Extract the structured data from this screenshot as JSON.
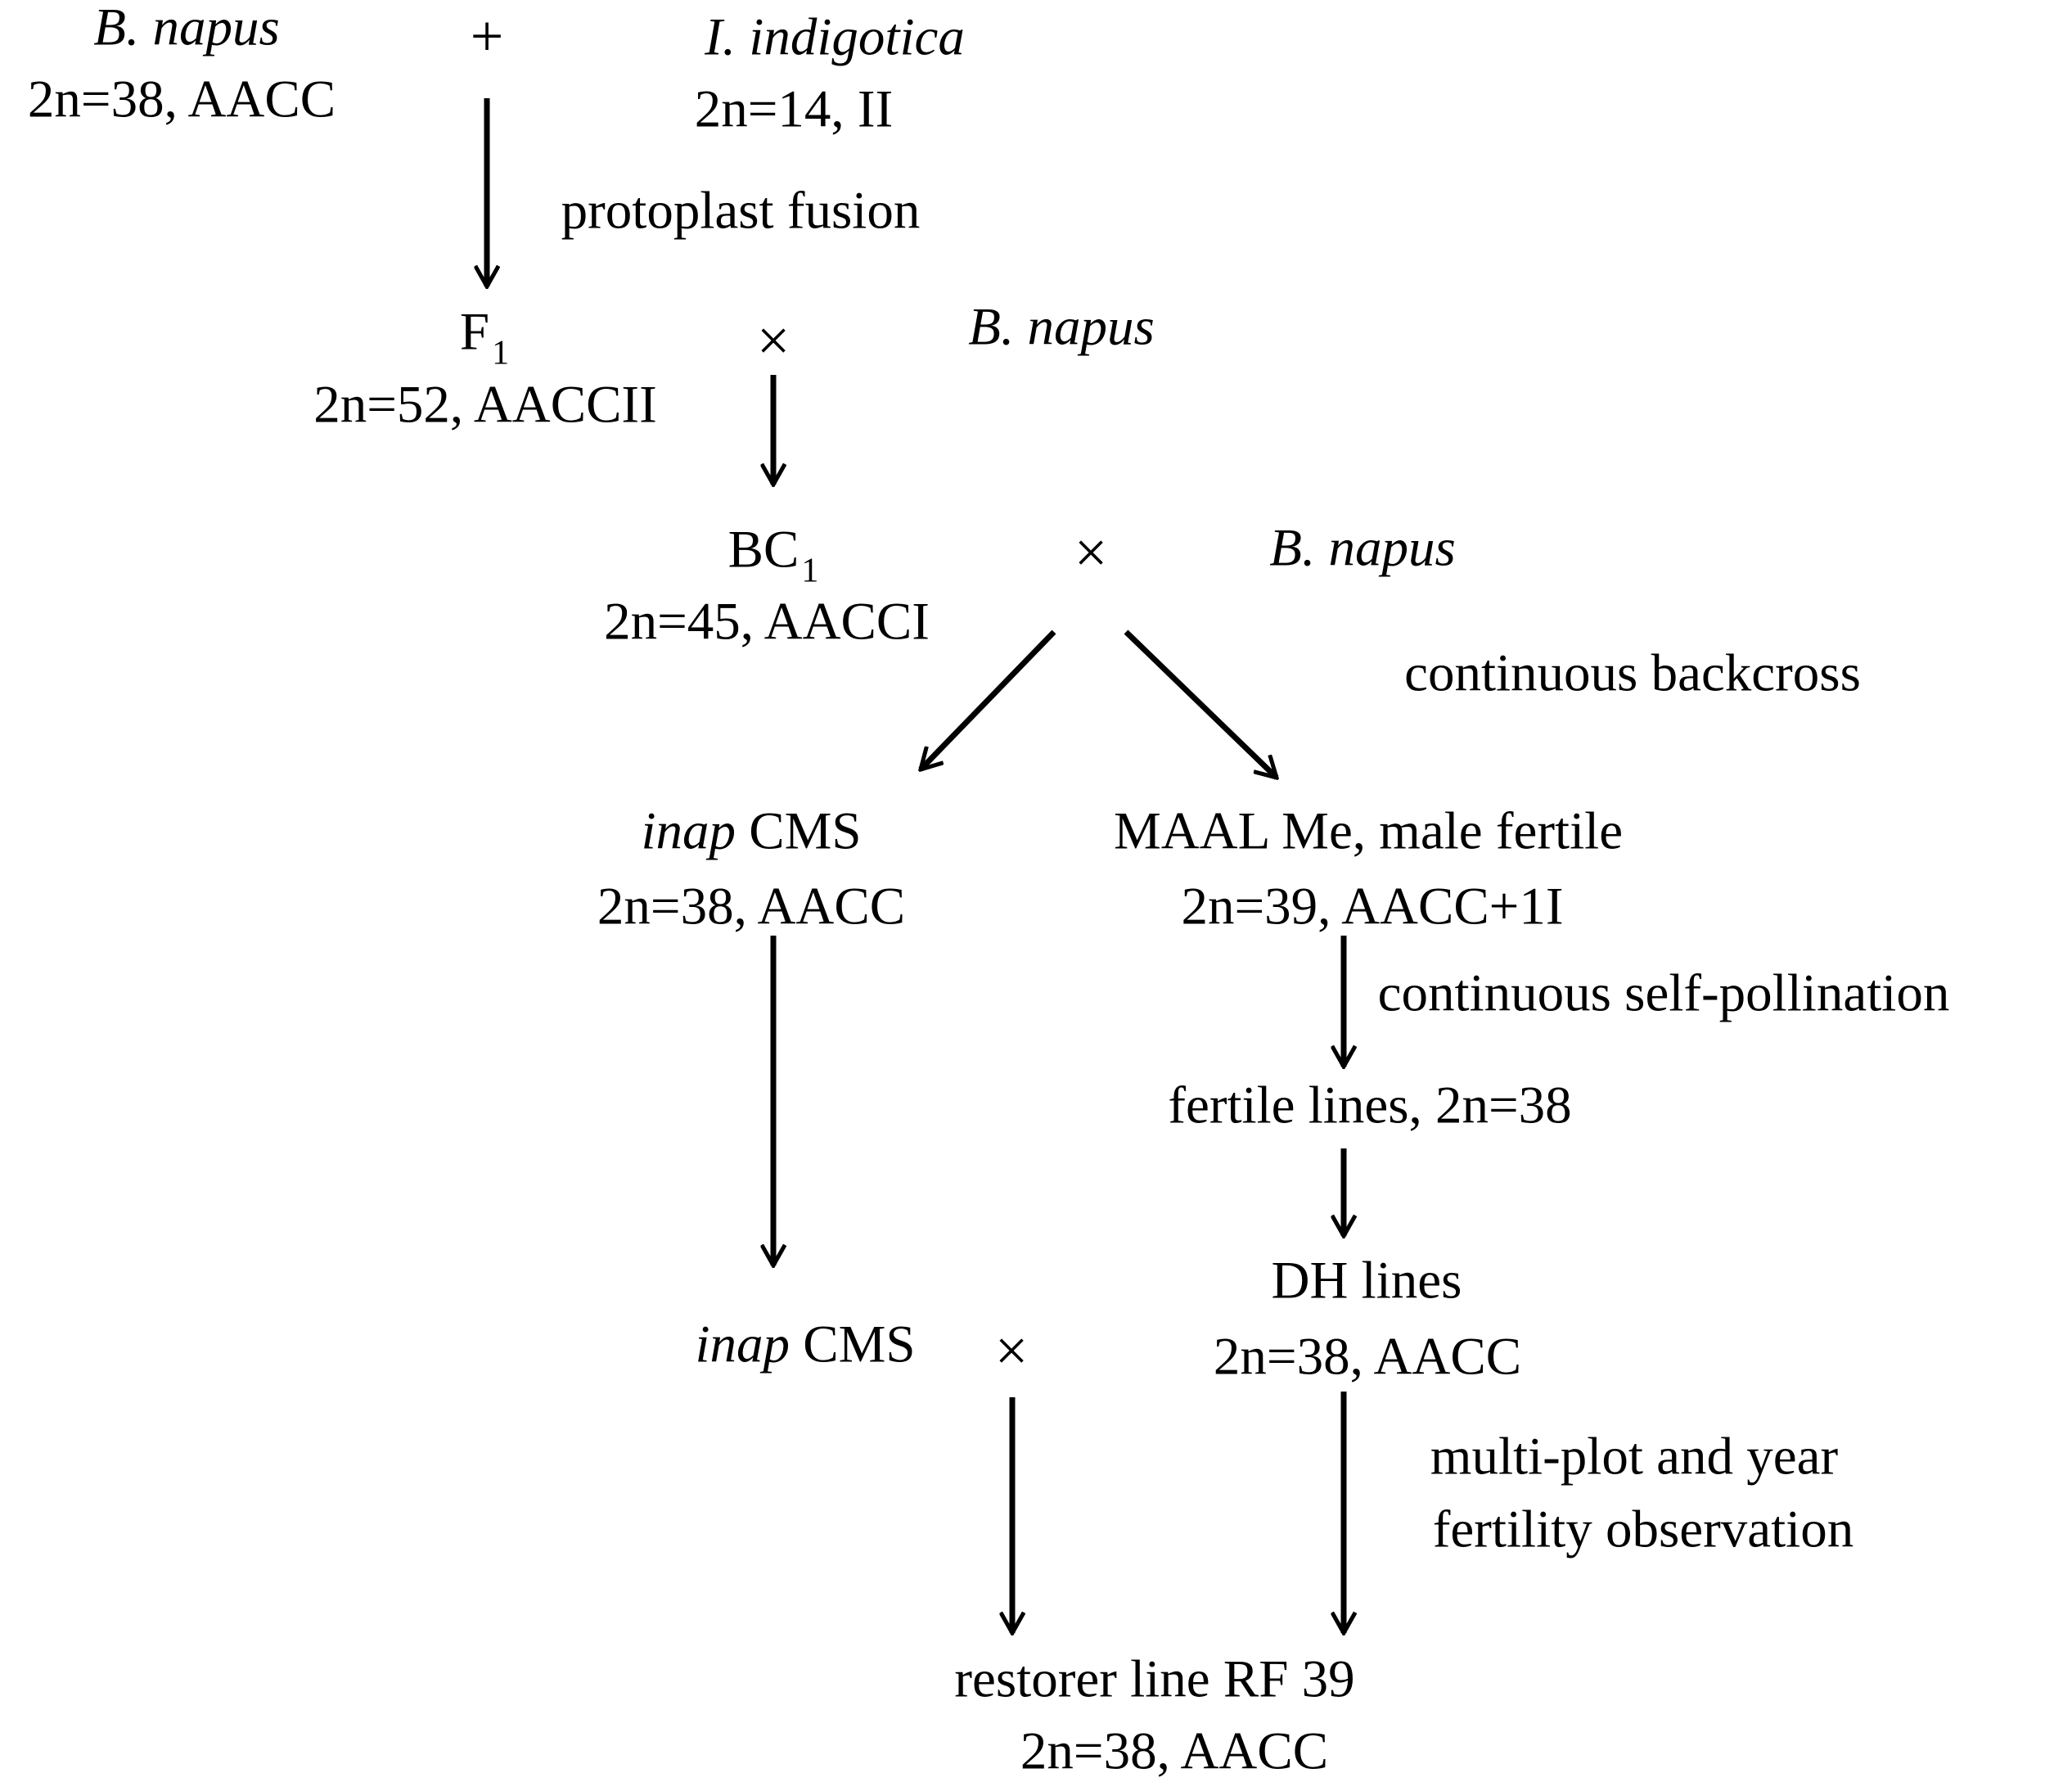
{
  "parent1": {
    "species": "B. napus",
    "karyotype": "2n=38, AACC"
  },
  "plus_sign": "+",
  "parent2": {
    "species": "I. indigotica",
    "karyotype": "2n=14, II"
  },
  "step_protoplast": "protoplast fusion",
  "f1": {
    "label": "F",
    "subscript": "1",
    "karyotype": "2n=52, AACCII"
  },
  "cross_symbol": "×",
  "backcross_parent": "B. napus",
  "bc1": {
    "label": "BC",
    "subscript": "1",
    "karyotype": "2n=45, AACCI"
  },
  "step_continuous_backcross": "continuous backcross",
  "inap_cms": {
    "italic": "inap",
    "rest": " CMS",
    "karyotype": "2n=38, AACC"
  },
  "maal": {
    "label": "MAAL Me, male fertile",
    "karyotype": "2n=39, AACC+1I"
  },
  "step_self_pollination": "continuous self-pollination",
  "fertile_lines": "fertile lines, 2n=38",
  "dh_lines": {
    "label": "DH lines",
    "karyotype": "2n=38, AACC"
  },
  "step_observation": {
    "line1": "multi-plot and year",
    "line2": "fertility observation"
  },
  "inap_cms_final": {
    "italic": "inap",
    "rest": " CMS"
  },
  "restorer": {
    "label": "restorer line RF 39",
    "karyotype": "2n=38, AACC"
  },
  "colors": {
    "text": "#000000",
    "arrow": "#000000",
    "background": "#ffffff"
  }
}
